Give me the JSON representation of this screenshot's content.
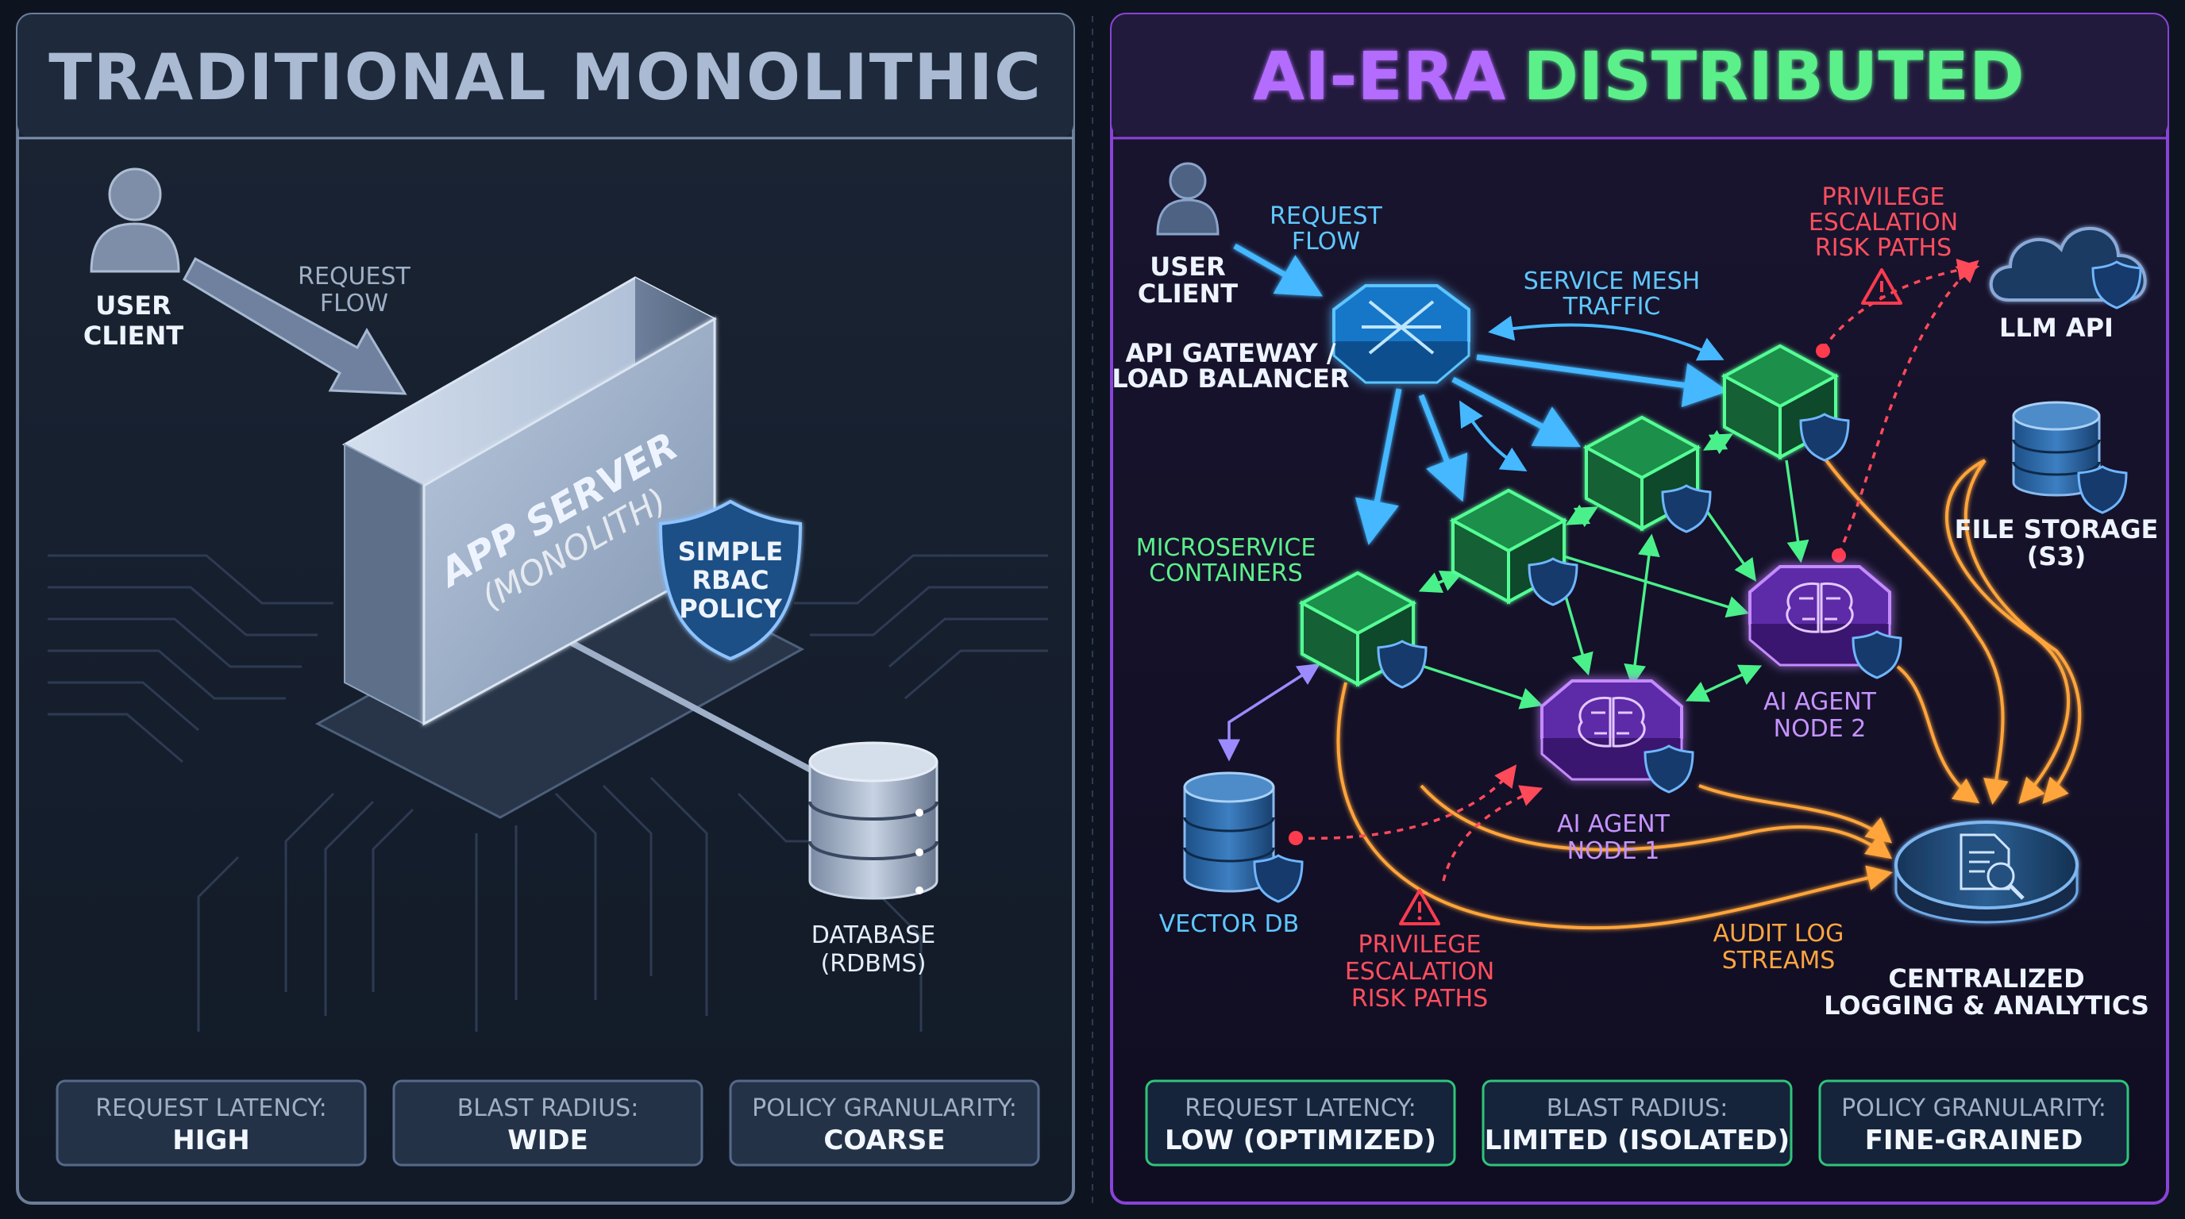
{
  "left": {
    "title": "TRADITIONAL MONOLITHIC",
    "user": {
      "line1": "USER",
      "line2": "CLIENT",
      "icon": "user-icon"
    },
    "request_flow": {
      "line1": "REQUEST",
      "line2": "FLOW"
    },
    "server": {
      "line1": "APP SERVER",
      "line2": "(MONOLITH)"
    },
    "policy": {
      "line1": "SIMPLE",
      "line2": "RBAC",
      "line3": "POLICY",
      "icon": "shield-icon"
    },
    "database": {
      "line1": "DATABASE",
      "line2": "(RDBMS)",
      "icon": "database-icon"
    },
    "metrics": [
      {
        "label": "REQUEST LATENCY:",
        "value": "HIGH"
      },
      {
        "label": "BLAST RADIUS:",
        "value": "WIDE"
      },
      {
        "label": "POLICY GRANULARITY:",
        "value": "COARSE"
      }
    ]
  },
  "right": {
    "title_part1": "AI-ERA",
    "title_part2": "DISTRIBUTED",
    "user": {
      "line1": "USER",
      "line2": "CLIENT",
      "icon": "user-icon"
    },
    "request_flow": {
      "line1": "REQUEST",
      "line2": "FLOW"
    },
    "gateway": {
      "line1": "API GATEWAY /",
      "line2": "LOAD BALANCER"
    },
    "mesh": {
      "line1": "SERVICE MESH",
      "line2": "TRAFFIC"
    },
    "microservices": {
      "line1": "MICROSERVICE",
      "line2": "CONTAINERS"
    },
    "risk_top": {
      "line1": "PRIVILEGE",
      "line2": "ESCALATION",
      "line3": "RISK PATHS"
    },
    "risk_bottom": {
      "line1": "PRIVILEGE",
      "line2": "ESCALATION",
      "line3": "RISK PATHS"
    },
    "llm": {
      "label": "LLM API",
      "icon": "cloud-icon"
    },
    "file_storage": {
      "line1": "FILE STORAGE",
      "line2": "(S3)",
      "icon": "database-icon"
    },
    "agent1": {
      "line1": "AI AGENT",
      "line2": "NODE 1",
      "icon": "brain-icon"
    },
    "agent2": {
      "line1": "AI AGENT",
      "line2": "NODE 2",
      "icon": "brain-icon"
    },
    "vector_db": {
      "label": "VECTOR DB",
      "icon": "database-icon"
    },
    "audit": {
      "line1": "AUDIT LOG",
      "line2": "STREAMS"
    },
    "logging": {
      "line1": "CENTRALIZED",
      "line2": "LOGGING & ANALYTICS",
      "icon": "document-search-icon"
    },
    "metrics": [
      {
        "label": "REQUEST LATENCY:",
        "value": "LOW (OPTIMIZED)"
      },
      {
        "label": "BLAST RADIUS:",
        "value": "LIMITED (ISOLATED)"
      },
      {
        "label": "POLICY GRANULARITY:",
        "value": "FINE-GRAINED"
      }
    ]
  },
  "colors": {
    "left_accent": "#9fb4d4",
    "right_accent": "#8a43d8",
    "gateway": "#2fa8ff",
    "container": "#3ef07a",
    "agent": "#a45cff",
    "risk": "#ff3b4e",
    "audit": "#ffa53a"
  }
}
